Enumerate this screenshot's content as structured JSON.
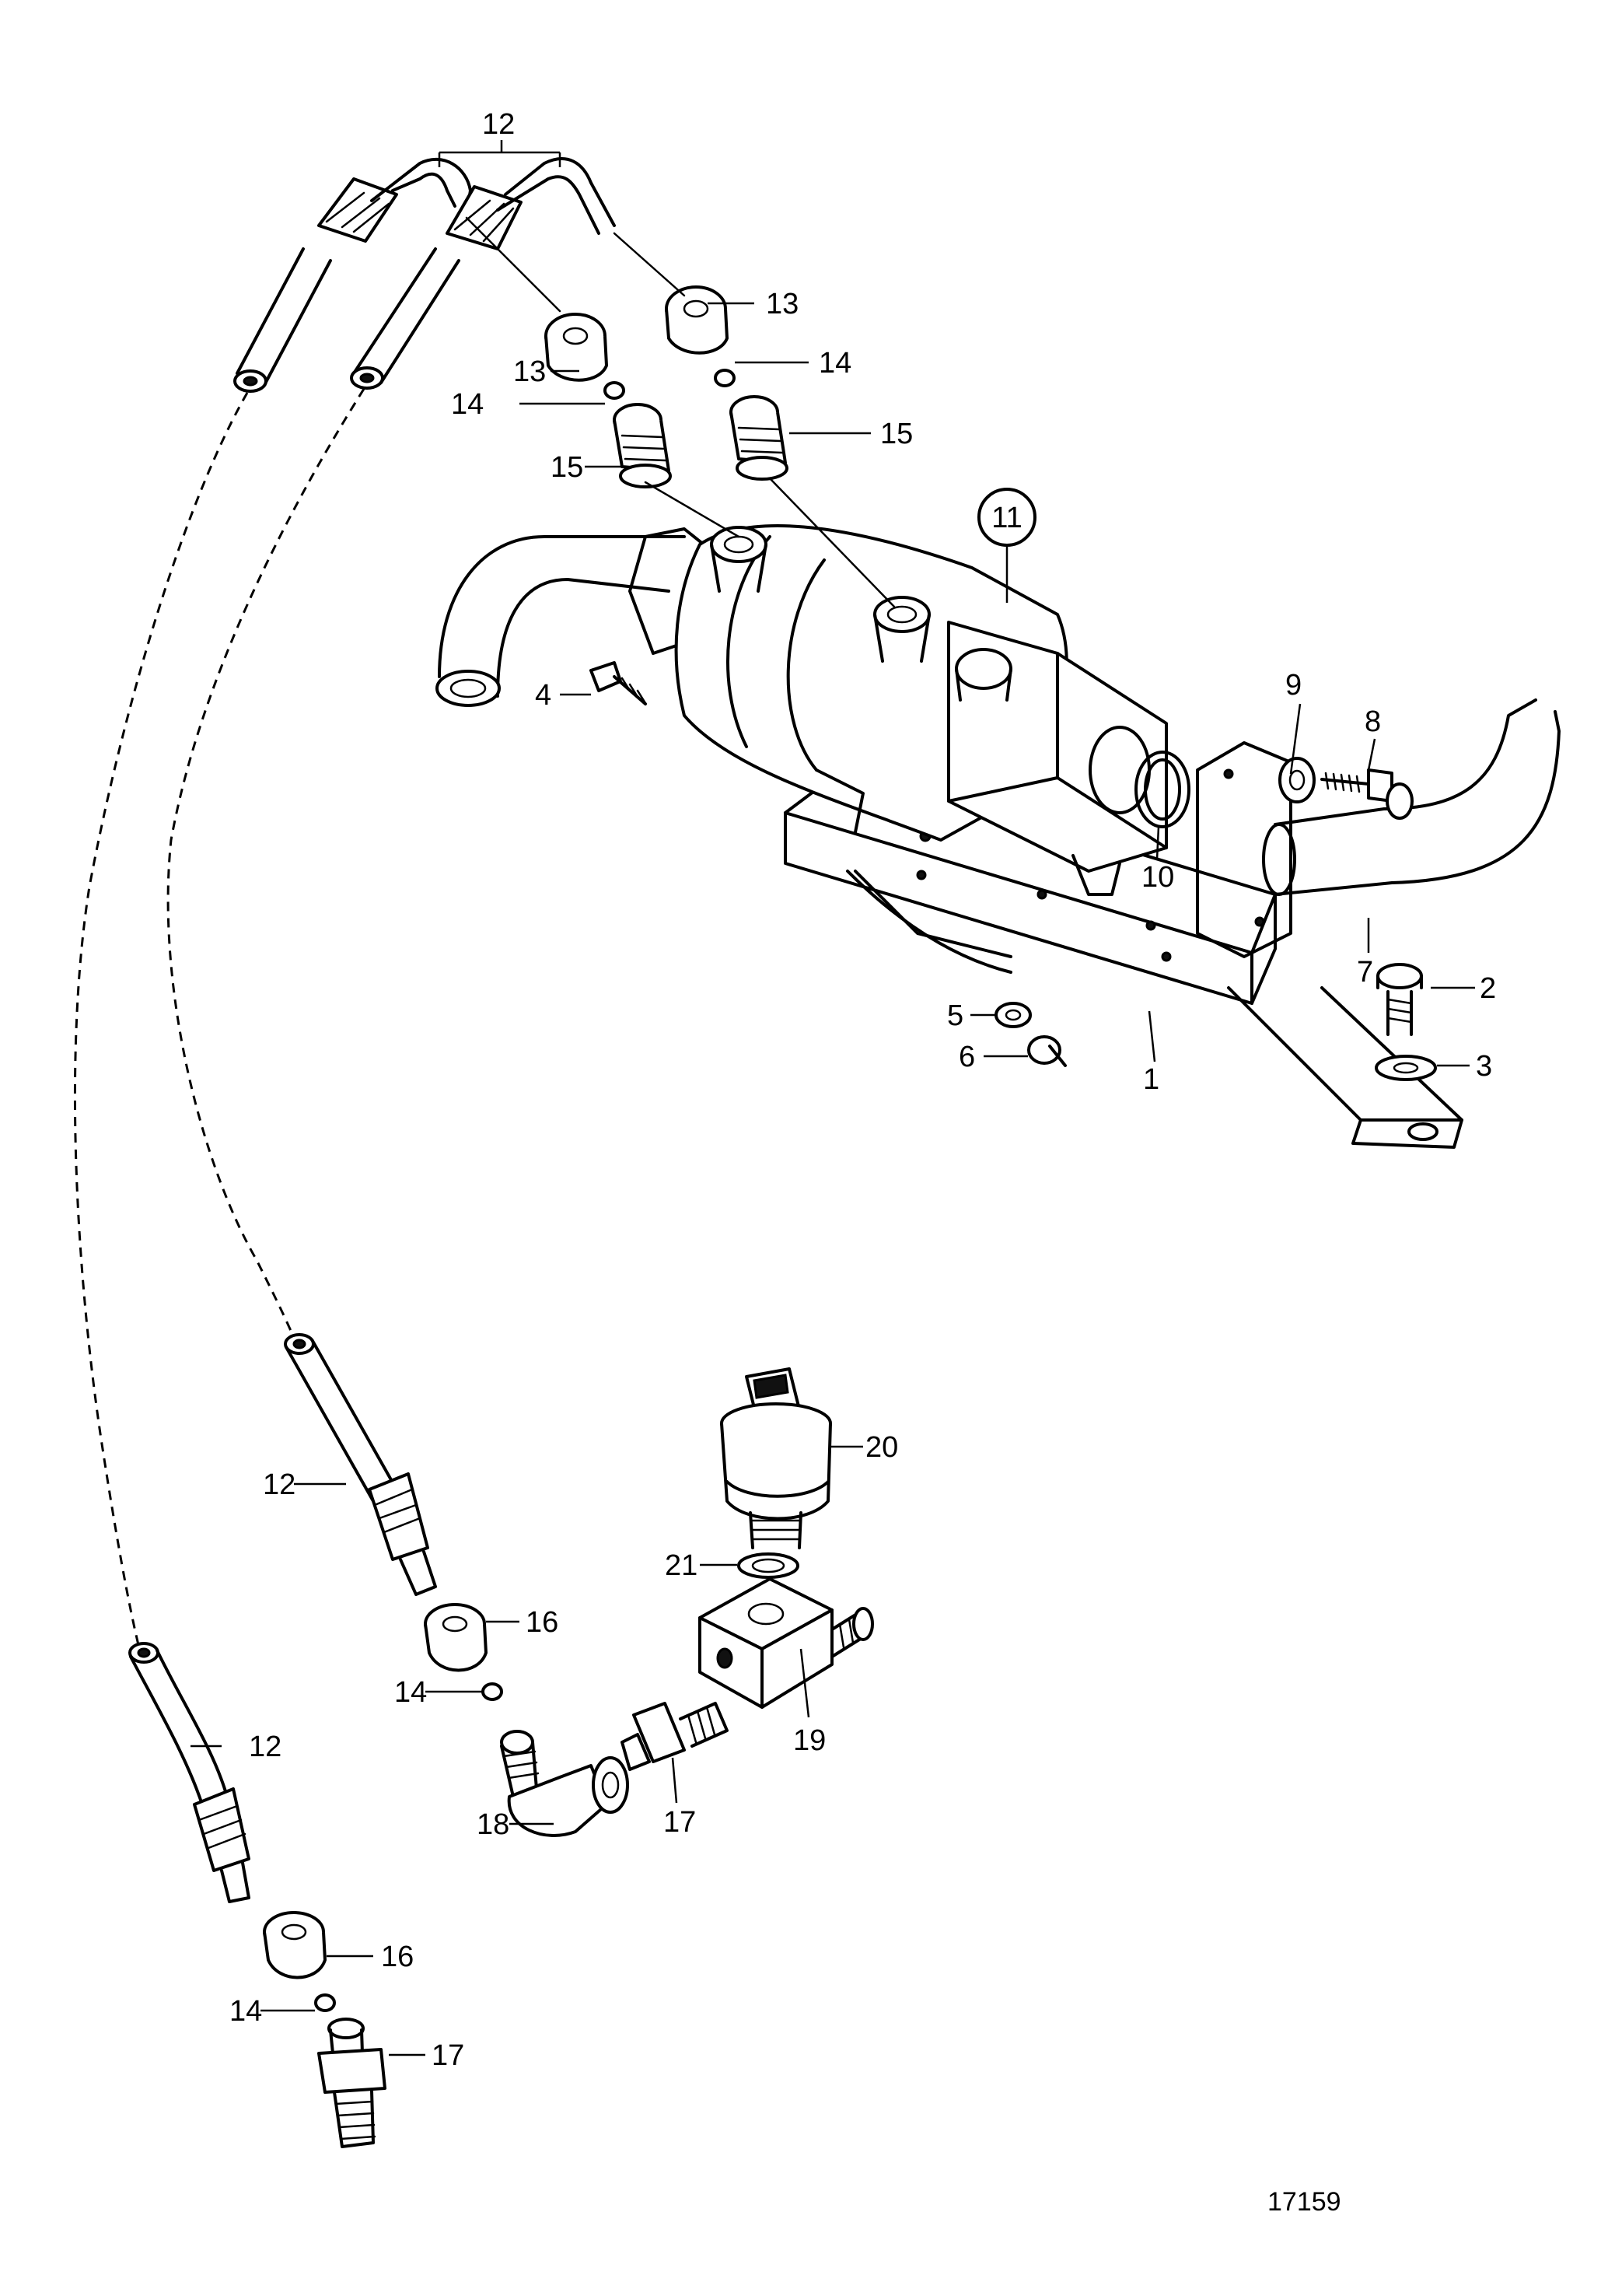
{
  "figure_number": "17159",
  "callouts": {
    "c1": "1",
    "c2": "2",
    "c3": "3",
    "c4": "4",
    "c5": "5",
    "c6": "6",
    "c7": "7",
    "c8": "8",
    "c9": "9",
    "c10": "10",
    "c11": "11",
    "c12a": "12",
    "c12b": "12",
    "c12c": "12",
    "c13a": "13",
    "c13b": "13",
    "c14a": "14",
    "c14b": "14",
    "c14c": "14",
    "c14d": "14",
    "c15a": "15",
    "c15b": "15",
    "c16a": "16",
    "c16b": "16",
    "c17a": "17",
    "c17b": "17",
    "c18": "18",
    "c19": "19",
    "c20": "20",
    "c21": "21"
  }
}
